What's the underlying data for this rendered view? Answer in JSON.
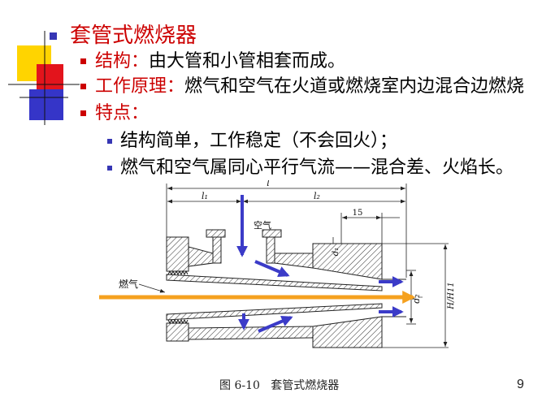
{
  "slide": {
    "title": "套管式燃烧器",
    "points": [
      {
        "label": "结构：",
        "text": "由大管和小管相套而成。"
      },
      {
        "label": "工作原理：",
        "text": "燃气和空气在火道或燃烧室内边混合边燃烧"
      },
      {
        "label": "特点："
      }
    ],
    "features": [
      "结构简单，工作稳定（不会回火）；",
      "燃气和空气属同心平行气流——混合差、火焰长。"
    ],
    "page_number": "9"
  },
  "figure": {
    "caption": "图 6-10   套管式燃烧器",
    "dimension_labels": {
      "overall_length": "l",
      "length_1": "l₁",
      "length_2": "l₂",
      "offset": "15",
      "diameter_1": "d₁",
      "diameter_2": "d₂",
      "height": "H/H11"
    },
    "flow_labels": {
      "air": "空气",
      "gas": "燃气"
    }
  },
  "colors": {
    "accent_red": "#cc0000",
    "bullet_blue": "#3636b4",
    "decor_yellow": "#ffd400",
    "decor_red": "#e3141c",
    "decor_blue": "#3535c8",
    "gas_flow_arrow": "#f5a11f",
    "air_flow_arrow": "#3b3bc8"
  }
}
